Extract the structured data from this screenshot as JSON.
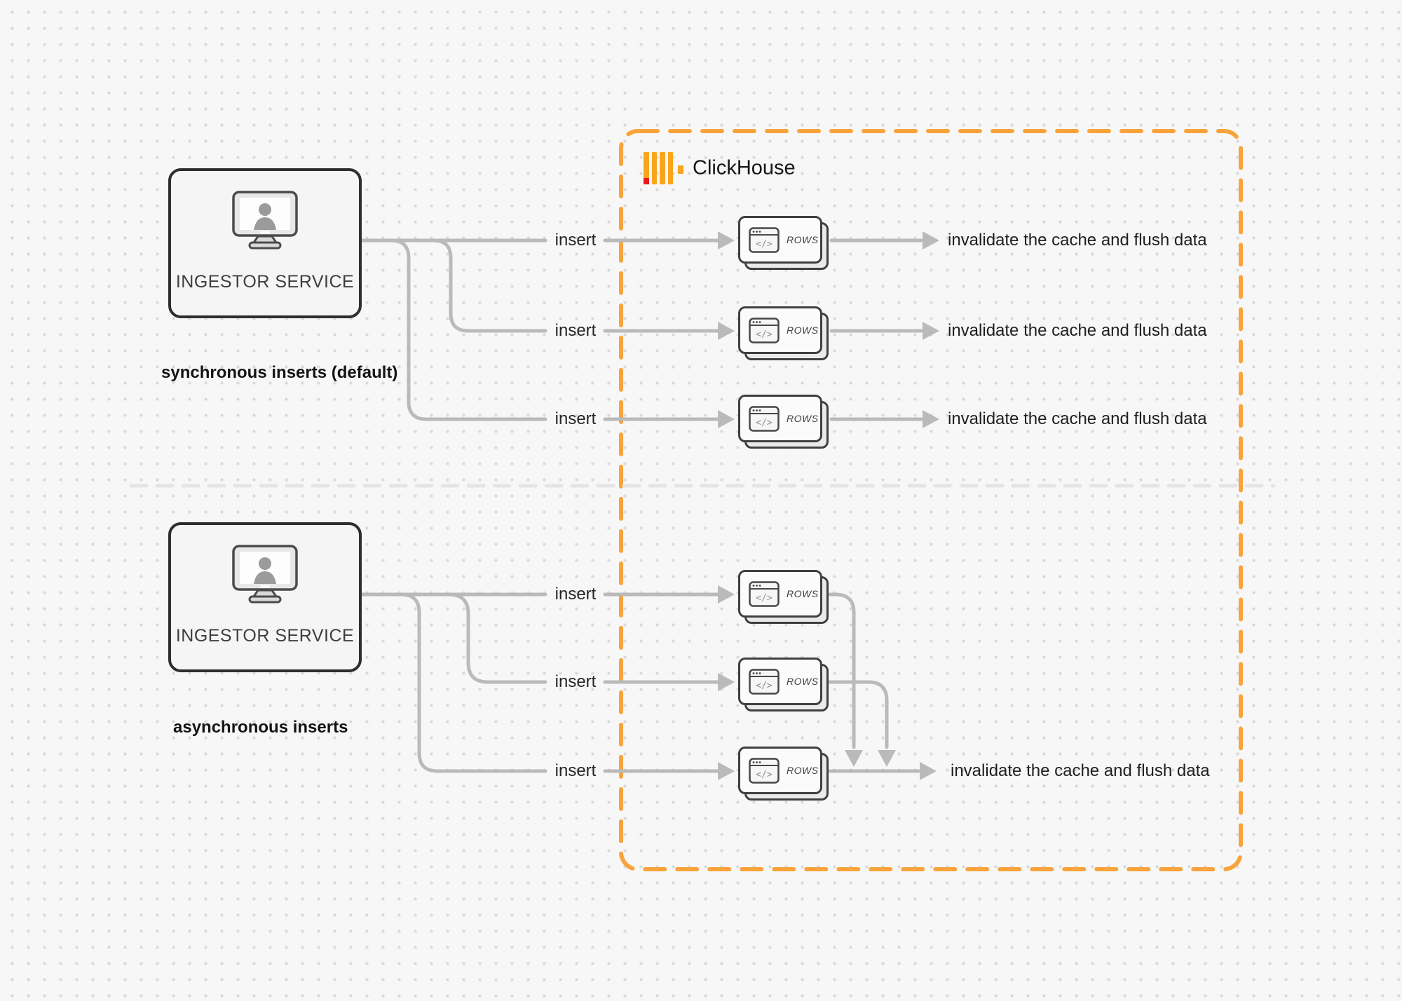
{
  "clickhouse_panel": {
    "brand": "ClickHouse"
  },
  "glyphs": {
    "code": "</>"
  },
  "sync_section": {
    "caption": "synchronous inserts (default)",
    "service_label": "INGESTOR SERVICE",
    "rows": [
      {
        "insert_label": "insert",
        "card_label": "ROWS",
        "result_label": "invalidate the cache and flush data"
      },
      {
        "insert_label": "insert",
        "card_label": "ROWS",
        "result_label": "invalidate the cache and flush data"
      },
      {
        "insert_label": "insert",
        "card_label": "ROWS",
        "result_label": "invalidate the cache and flush data"
      }
    ]
  },
  "async_section": {
    "caption": "asynchronous inserts",
    "service_label": "INGESTOR SERVICE",
    "rows": [
      {
        "insert_label": "insert",
        "card_label": "ROWS"
      },
      {
        "insert_label": "insert",
        "card_label": "ROWS"
      },
      {
        "insert_label": "insert",
        "card_label": "ROWS"
      }
    ],
    "result_label": "invalidate the cache and flush data"
  },
  "colors": {
    "accent_orange": "#f8a33c",
    "logo_yellow": "#f9a51b",
    "logo_red": "#e51a20",
    "connector_gray": "#bababa",
    "separator_gray": "#e4e4e4"
  }
}
